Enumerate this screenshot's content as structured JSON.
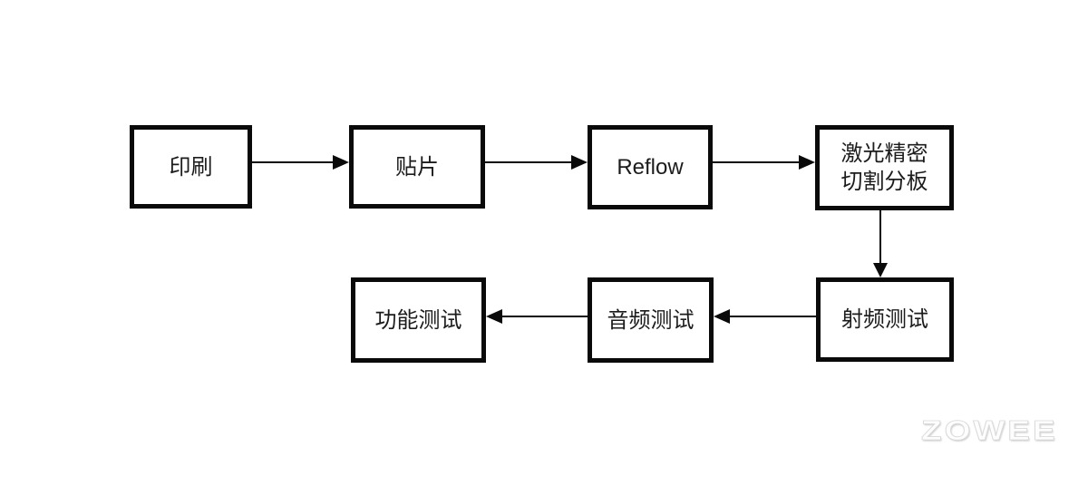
{
  "diagram": {
    "nodes": [
      {
        "id": "print",
        "label": "印刷"
      },
      {
        "id": "smt",
        "label": "贴片"
      },
      {
        "id": "reflow",
        "label": "Reflow"
      },
      {
        "id": "laser",
        "label": "激光精密\n切割分板"
      },
      {
        "id": "rf-test",
        "label": "射频测试"
      },
      {
        "id": "audio-test",
        "label": "音频测试"
      },
      {
        "id": "function-test",
        "label": "功能测试"
      }
    ],
    "edges": [
      {
        "from": "印刷",
        "to": "贴片"
      },
      {
        "from": "贴片",
        "to": "Reflow"
      },
      {
        "from": "Reflow",
        "to": "激光精密切割分板"
      },
      {
        "from": "激光精密切割分板",
        "to": "射频测试"
      },
      {
        "from": "射频测试",
        "to": "音频测试"
      },
      {
        "from": "音频测试",
        "to": "功能测试"
      }
    ],
    "colors": {
      "background": "#ffffff",
      "box_border": "#0a0a0a",
      "arrow": "#0a0a0a",
      "text": "#1c1c1c"
    }
  },
  "watermark": {
    "text": "ZOWEE",
    "fill": "#fdfdfd",
    "outline": "#dadada"
  }
}
